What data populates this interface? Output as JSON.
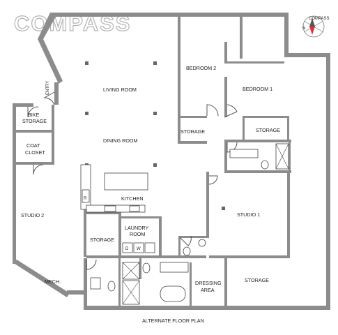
{
  "brand": {
    "logo_text": "COMPASS",
    "compass_text": "COMPASS",
    "north": "N"
  },
  "rooms": {
    "entry": "ENTRY",
    "living_room": "LIVING ROOM",
    "dining_room": "DINING ROOM",
    "bedroom_2": "BEDROOM 2",
    "bedroom_1": "BEDROOM 1",
    "storage_bed2": "STORAGE",
    "storage_bed1": "STORAGE",
    "bike_storage_1": "BIKE",
    "bike_storage_2": "STORAGE",
    "coat_closet_1": "COAT",
    "coat_closet_2": "CLOSET",
    "kitchen": "KITCHEN",
    "refrigerator": "R",
    "studio_1": "STUDIO 1",
    "studio_2": "STUDIO 2",
    "storage_kitchen": "STORAGE",
    "laundry_1": "LAUNDRY",
    "laundry_2": "ROOM",
    "dryer": "D",
    "washer": "W",
    "mech": "MECH.",
    "dressing_1": "DRESSING",
    "dressing_2": "AREA",
    "storage_studio": "STORAGE"
  },
  "caption": "ALTERNATE FLOOR PLAN",
  "colors": {
    "wall": "#8c8c8c",
    "line": "#555555",
    "text": "#222222",
    "logo_outline": "#b3b3b3"
  }
}
